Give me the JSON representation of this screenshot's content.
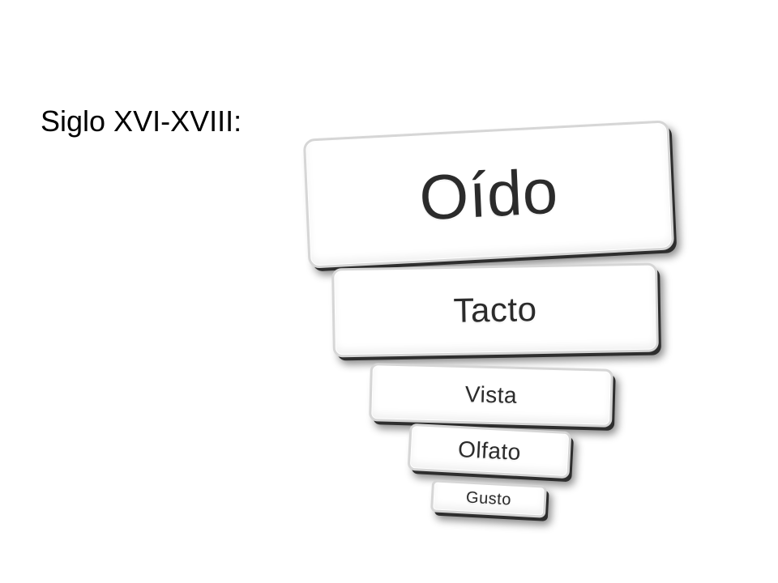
{
  "slide": {
    "title": "Siglo XVI-XVIII:"
  },
  "diagram": {
    "type": "inverted-pyramid",
    "levels": [
      {
        "label": "Oído"
      },
      {
        "label": "Tacto"
      },
      {
        "label": "Vista"
      },
      {
        "label": "Olfato"
      },
      {
        "label": "Gusto"
      }
    ]
  }
}
